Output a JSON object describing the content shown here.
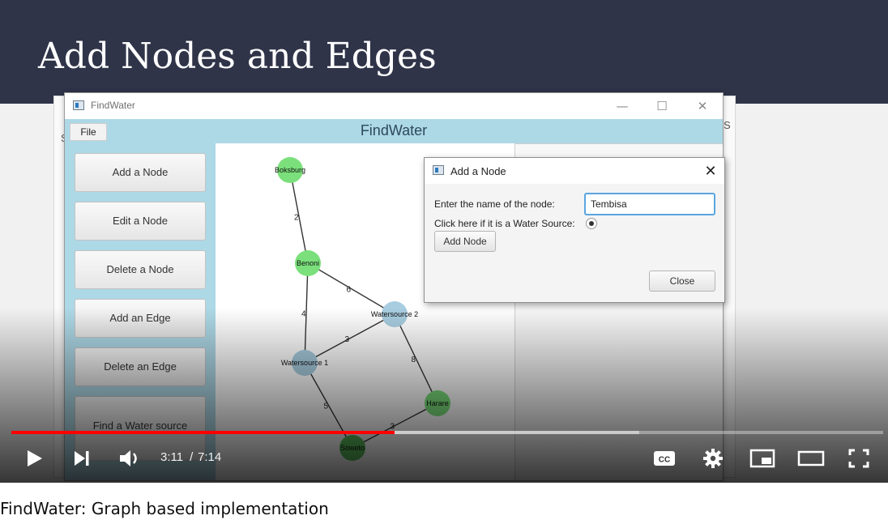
{
  "slide": {
    "title": "Add Nodes and Edges"
  },
  "background_app": {
    "letter": "S"
  },
  "app_window": {
    "title": "FindWater",
    "heading": "FindWater",
    "menu": {
      "file": "File"
    },
    "controls": {
      "minimize": "—",
      "maximize": "☐",
      "close": "✕"
    },
    "sidebar_buttons": [
      "Add a Node",
      "Edit a Node",
      "Delete a Node",
      "Add an Edge",
      "Delete an Edge",
      "Find a Water source"
    ]
  },
  "graph": {
    "node_colors": {
      "normal": "#7be07b",
      "water": "#a8cde0",
      "dark": "#5cbf5c"
    },
    "nodes": [
      {
        "id": "Boksburg",
        "label": "Boksburg",
        "kind": "normal"
      },
      {
        "id": "Benoni",
        "label": "Benoni",
        "kind": "normal"
      },
      {
        "id": "Watersource 2",
        "label": "Watersource 2",
        "kind": "water"
      },
      {
        "id": "Watersource 1",
        "label": "Watersource 1",
        "kind": "water"
      },
      {
        "id": "Harare",
        "label": "Harare",
        "kind": "normal"
      },
      {
        "id": "Soweto",
        "label": "Soweto",
        "kind": "dark"
      }
    ],
    "edges": [
      {
        "from": "Boksburg",
        "to": "Benoni",
        "weight": "2"
      },
      {
        "from": "Benoni",
        "to": "Watersource 2",
        "weight": "6"
      },
      {
        "from": "Benoni",
        "to": "Watersource 1",
        "weight": "4"
      },
      {
        "from": "Watersource 1",
        "to": "Watersource 2",
        "weight": "3"
      },
      {
        "from": "Watersource 2",
        "to": "Harare",
        "weight": "8"
      },
      {
        "from": "Watersource 1",
        "to": "Soweto",
        "weight": "5"
      },
      {
        "from": "Soweto",
        "to": "Harare",
        "weight": "3"
      }
    ]
  },
  "dialog": {
    "title": "Add a Node",
    "close_glyph": "✕",
    "name_label": "Enter the name of the node:",
    "name_value": "Tembisa",
    "water_source_label": "Click here if it is a Water Source:",
    "water_source_selected": true,
    "add_button": "Add Node",
    "close_button": "Close"
  },
  "player": {
    "time_current": "3:11",
    "time_separator": " / ",
    "time_total": "7:14",
    "played_fraction": 0.44,
    "buffered_fraction": 0.72,
    "cc_label": "CC",
    "colors": {
      "progress": "#ff0000"
    },
    "icons": [
      "play-icon",
      "next-icon",
      "volume-icon",
      "captions-icon",
      "settings-icon",
      "miniplayer-icon",
      "theater-icon",
      "fullscreen-icon"
    ]
  },
  "video": {
    "title": "FindWater: Graph based implementation"
  }
}
